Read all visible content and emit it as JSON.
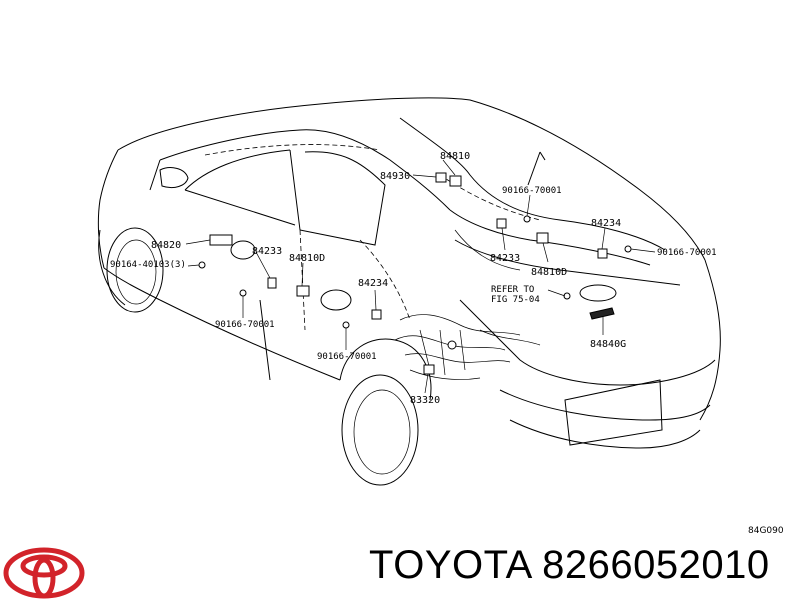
{
  "diagram": {
    "part_labels": [
      {
        "id": "84810"
      },
      {
        "id": "84930"
      },
      {
        "id": "90166-70001"
      },
      {
        "id": "84234"
      },
      {
        "id": "84820"
      },
      {
        "id": "84233"
      },
      {
        "id": "84810D"
      },
      {
        "id": "90164-40103(3)"
      },
      {
        "id": "84233"
      },
      {
        "id": "90166-70001"
      },
      {
        "id": "84810D"
      },
      {
        "id": "84234"
      },
      {
        "id": "90166-70001"
      },
      {
        "id": "90166-70001"
      },
      {
        "id": "84840G"
      },
      {
        "id": "83320"
      }
    ],
    "refer_note": {
      "line1": "REFER TO",
      "line2": "FIG 75-04"
    },
    "figure_code": "84G090"
  },
  "caption": {
    "brand": "TOYOTA",
    "part_number": "8266052010",
    "text": "TOYOTA 8266052010"
  },
  "logo": {
    "name": "toyota-logo-icon",
    "color": "#d2232a"
  }
}
